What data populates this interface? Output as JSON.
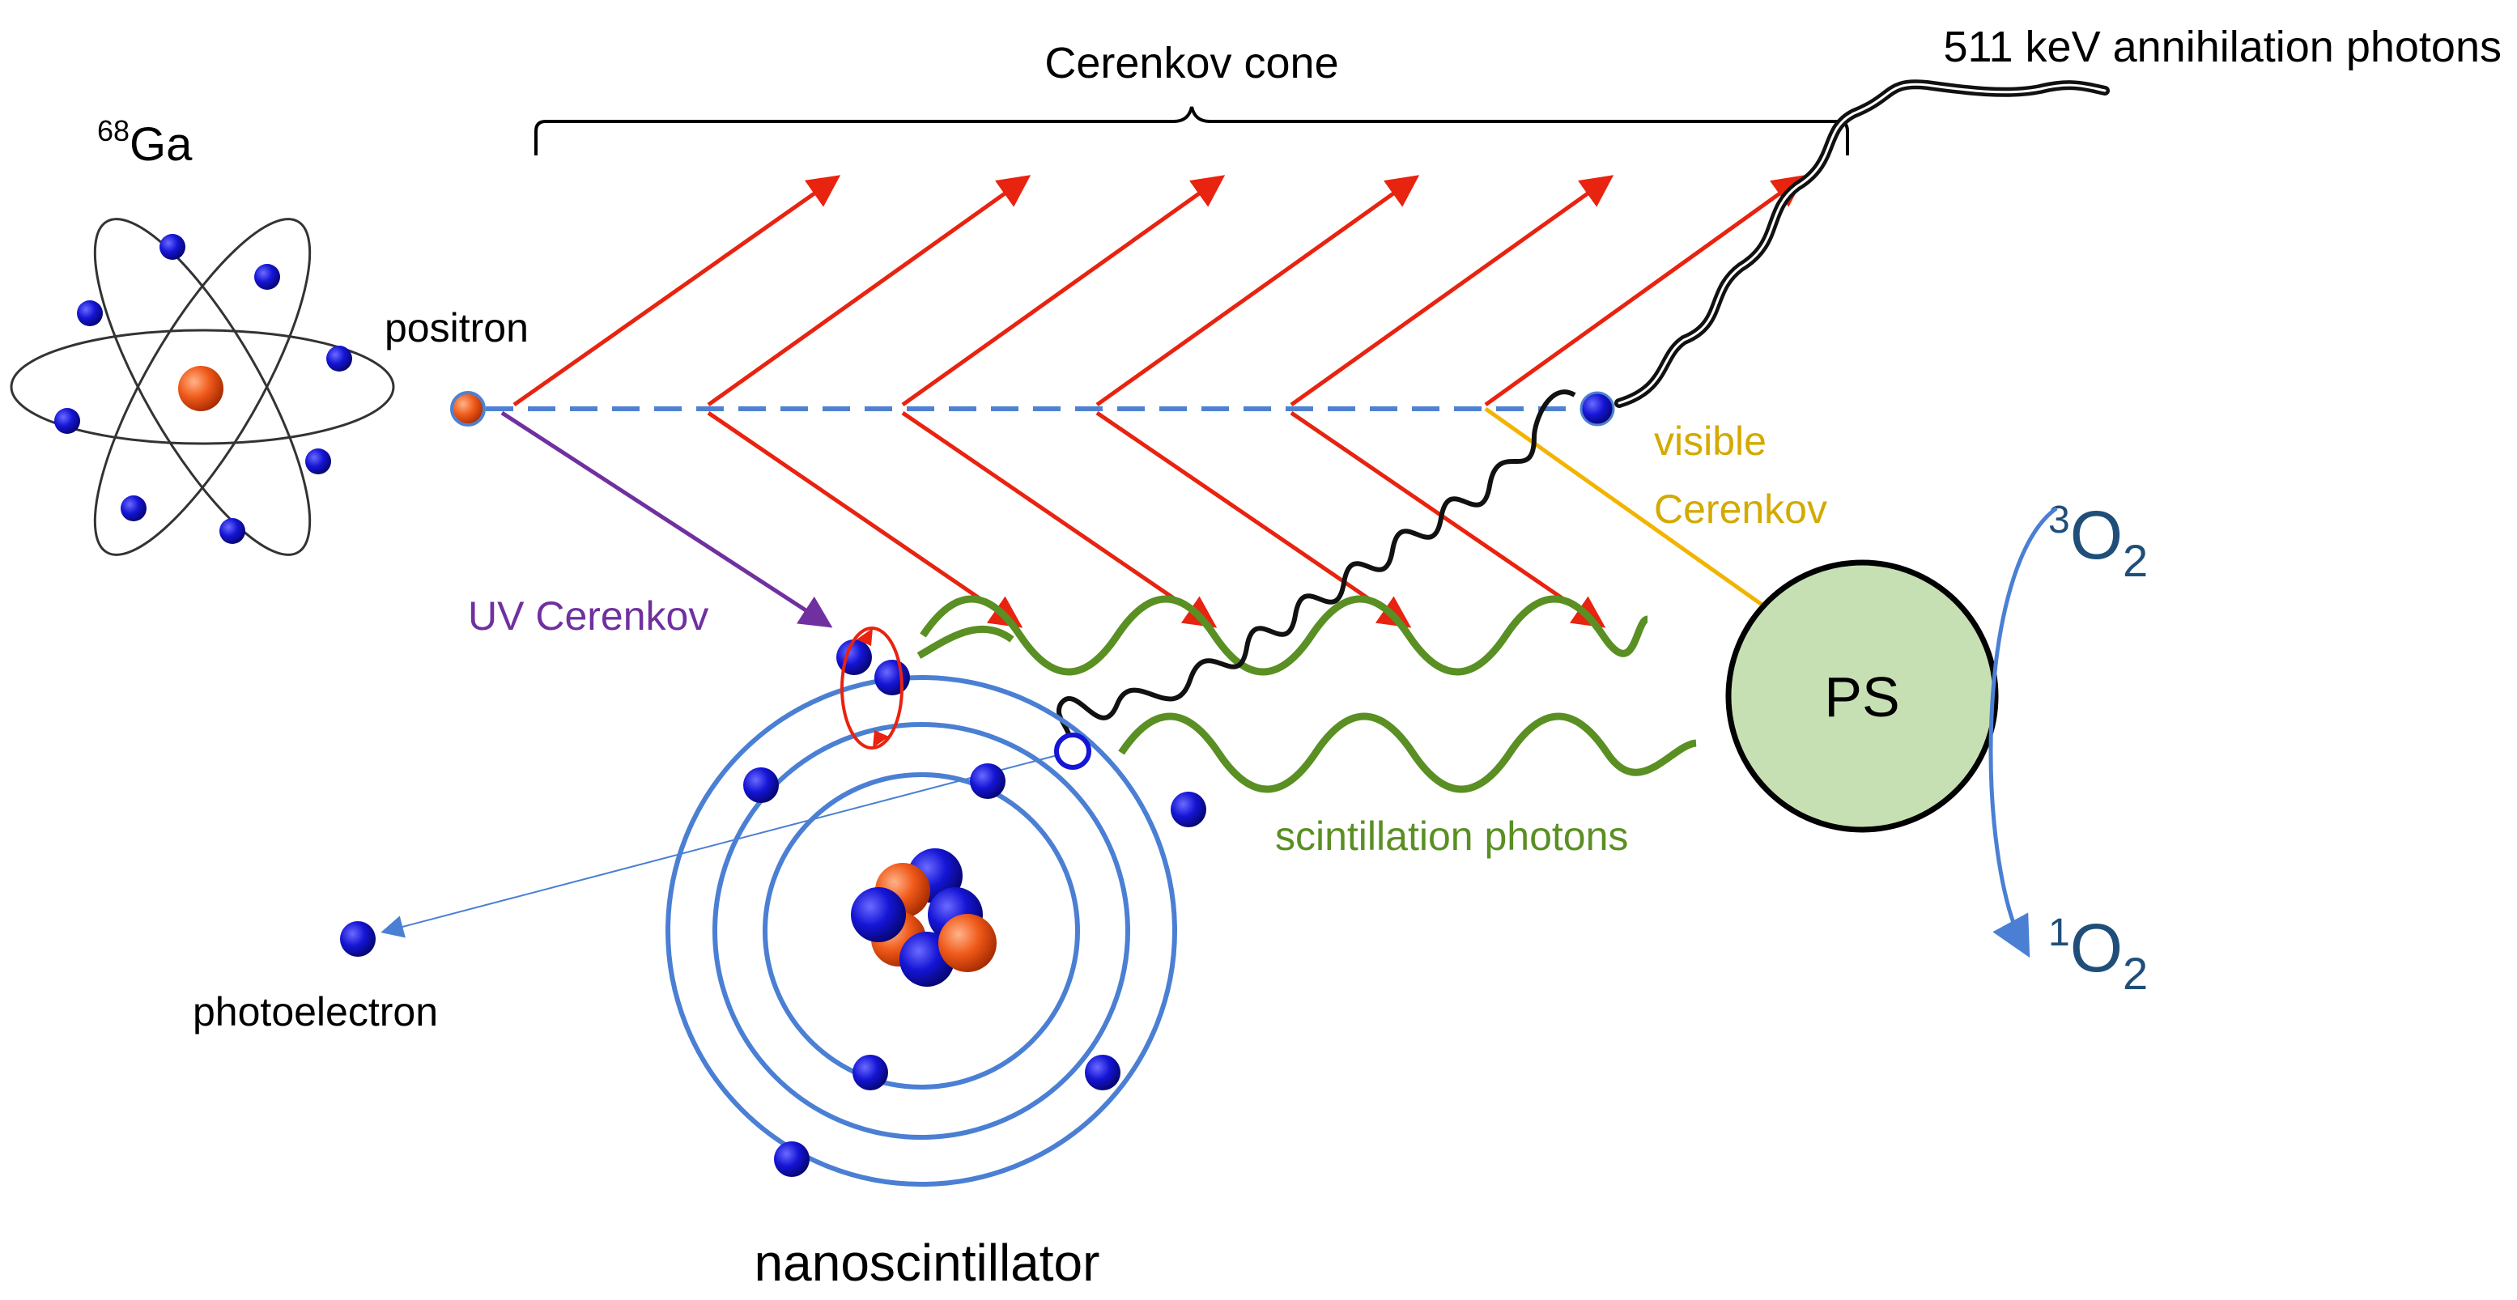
{
  "labels": {
    "cerenkov_cone": "Cerenkov cone",
    "annihilation_photons": "511 keV annihilation photons",
    "ga_superscript": "68",
    "ga_symbol": "Ga",
    "positron": "positron",
    "uv_cerenkov": "UV Cerenkov",
    "visible_cerenkov_line1": "visible",
    "visible_cerenkov_line2": "Cerenkov",
    "ps": "PS",
    "triplet_superscript": "3",
    "oxygen_symbol": "O",
    "oxygen_subscript": "2",
    "singlet_superscript": "1",
    "scintillation_photons": "scintillation photons",
    "photoelectron": "photoelectron",
    "nanoscintillator": "nanoscintillator"
  },
  "colors": {
    "cerenkov_red": "#e8230f",
    "positron_track": "#4f81d1",
    "uv_cerenkov": "#7030a0",
    "visible_cerenkov": "#d4a900",
    "visible_cerenkov_arrow": "#f2b400",
    "scintillation": "#5a8f23",
    "electron": "#1515d6",
    "orbit": "#4a7fd4",
    "ps_fill": "#c6e0b4",
    "oxygen_text": "#1f4e79",
    "oxygen_arrow": "#4a7fd4",
    "nucleus_orange": "#f05a1a"
  }
}
